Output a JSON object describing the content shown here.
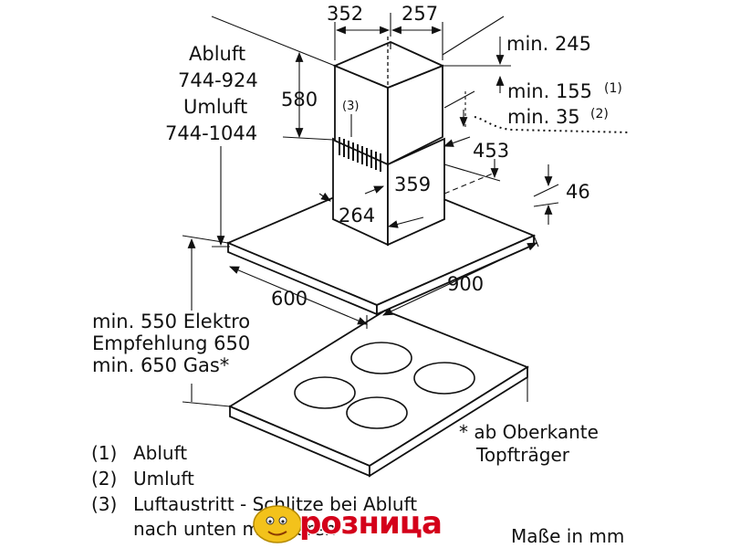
{
  "dimensions": {
    "chimney_width": "352",
    "chimney_depth": "257",
    "chimney_min_top": "min. 245",
    "exhaust_label": "Abluft",
    "exhaust_range": "744-924",
    "recirc_label": "Umluft",
    "recirc_range": "744-1044",
    "chimney_height": "580",
    "vent_ref": "(3)",
    "min_exhaust": "min. 155",
    "min_exhaust_ref": "(1)",
    "min_recirc": "min. 35",
    "min_recirc_ref": "(2)",
    "depth_453": "453",
    "depth_359": "359",
    "width_264": "264",
    "canopy_thickness": "46",
    "hood_width": "900",
    "hood_depth": "600",
    "clearance_electric": "min. 550 Elektro",
    "clearance_recommended": "Empfehlung 650",
    "clearance_gas": "min. 650 Gas*"
  },
  "notes": {
    "asterisk_line1": "* ab Oberkante",
    "asterisk_line2": "Topfträger",
    "units": "Maße in mm"
  },
  "legend": [
    {
      "num": "(1)",
      "text": "Abluft"
    },
    {
      "num": "(2)",
      "text": "Umluft"
    },
    {
      "num": "(3)",
      "text": "Luftaustritt - Schlitze bei Abluft"
    },
    {
      "num": "",
      "text": "nach unten montieren"
    }
  ],
  "watermark": {
    "text": "розница",
    "color": "#d4001a",
    "face_color": "#f3c21b"
  }
}
